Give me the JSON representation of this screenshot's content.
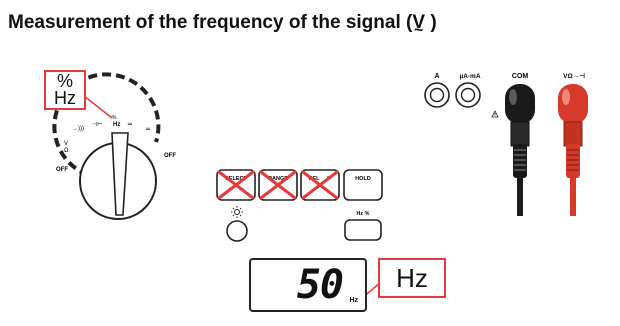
{
  "title": {
    "text": "Measurement of the frequency of the signal (",
    "symbol": "V",
    "symbol_sub": "~",
    "close": ")"
  },
  "dial": {
    "callout_line1": "%",
    "callout_line2": "Hz",
    "positions": [
      "OFF",
      "V",
      "Ω",
      "→)))",
      "⊣⊢",
      "Hz",
      "%",
      "≂",
      "≂",
      "OFF"
    ],
    "off_left": "OFF",
    "off_right": "OFF",
    "hz": "Hz"
  },
  "buttons": {
    "select": "SELECT",
    "range": "RANGE",
    "rel": "REL",
    "rel_symbol": "Δ",
    "hold": "HOLD",
    "hz_pct": "Hz %",
    "backlight_icon": "sun-icon"
  },
  "display": {
    "reading": "50",
    "unit_small": "Hz",
    "callout_unit": "Hz"
  },
  "terminals": [
    "A",
    "µA·mA",
    "COM",
    "VΩ→⊣"
  ],
  "colors": {
    "accent_red": "#e43a3a",
    "probe_red": "#d63a2a",
    "probe_black": "#1a1a1a"
  }
}
